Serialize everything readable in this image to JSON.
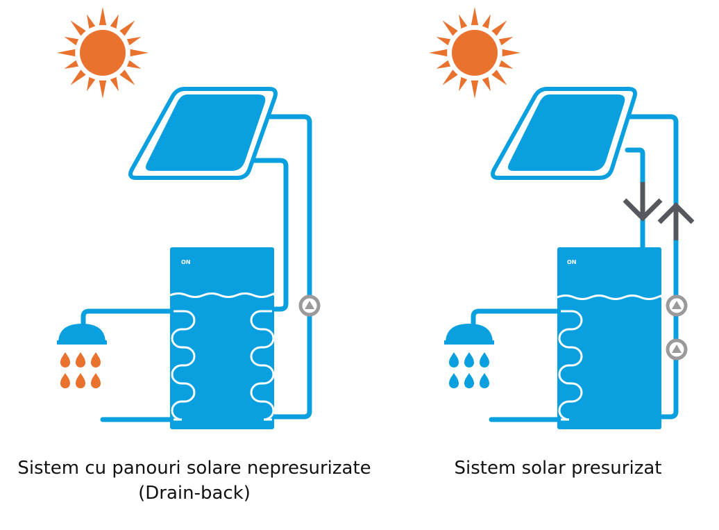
{
  "colors": {
    "blue": "#0aa0e0",
    "sun": "#e8722e",
    "arrow": "#55595e",
    "pump_ring": "#9a9a9a",
    "white": "#ffffff"
  },
  "left_system": {
    "caption_line1": "Sistem cu panouri solare nepresurizate",
    "caption_line2": "(Drain-back)",
    "tank_label": "ON",
    "drop_color": "sun",
    "icons": [
      "sun-icon",
      "solar-panel-icon",
      "water-tank-icon",
      "shower-head-icon",
      "pump-icon",
      "heating-coil-icon"
    ]
  },
  "right_system": {
    "caption": "Sistem solar presurizat",
    "tank_label": "ON",
    "drop_color": "blue",
    "icons": [
      "sun-icon",
      "solar-panel-icon",
      "water-tank-icon",
      "shower-head-icon",
      "pump-icon",
      "arrow-down-icon",
      "arrow-up-icon",
      "heating-coil-icon"
    ]
  }
}
